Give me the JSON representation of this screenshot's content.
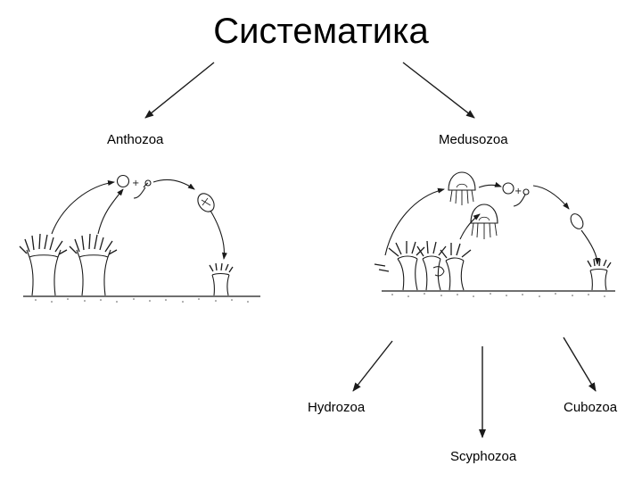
{
  "title": "Систематика",
  "taxa": {
    "anthozoa": "Anthozoa",
    "medusozoa": "Medusozoa",
    "hydrozoa": "Hydrozoa",
    "scyphozoa": "Scyphozoa",
    "cubozoa": "Cubozoa"
  },
  "illustrations": {
    "left": "anthozoa-life-cycle-drawing",
    "right": "medusozoa-life-cycle-drawing"
  },
  "colors": {
    "ink": "#1a1a1a",
    "background": "#ffffff"
  }
}
